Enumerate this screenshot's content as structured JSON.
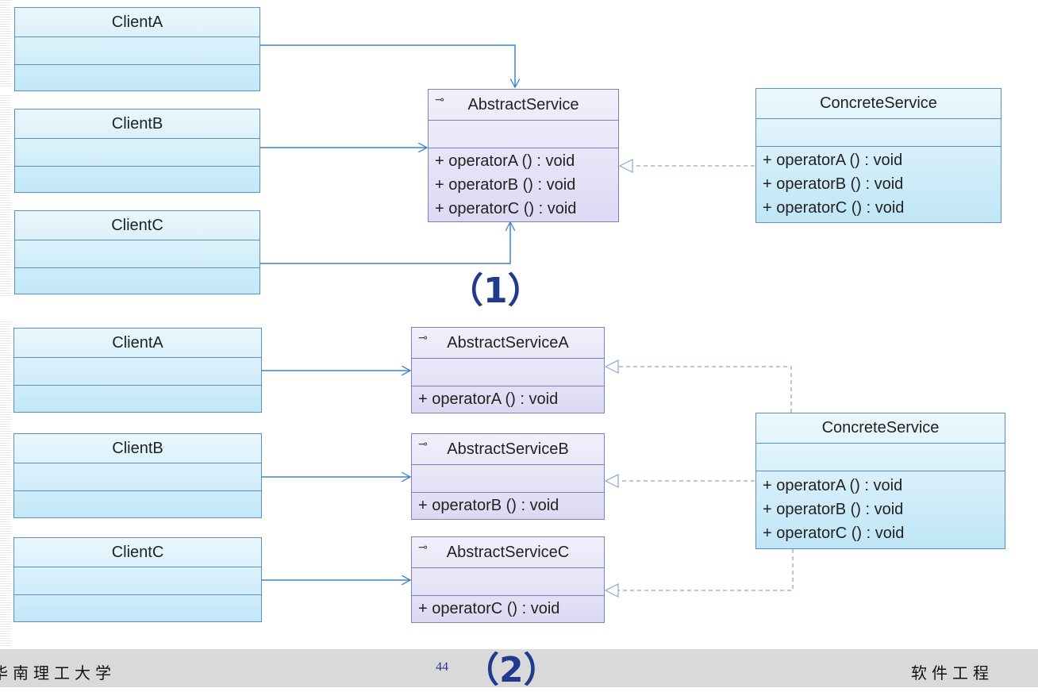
{
  "diagram1": {
    "caption": "（1）",
    "clients": [
      "ClientA",
      "ClientB",
      "ClientC"
    ],
    "abstract": {
      "name": "AbstractService",
      "ops": [
        "+ operatorA ()  : void",
        "+ operatorB ()  : void",
        "+ operatorC ()  : void"
      ]
    },
    "concrete": {
      "name": "ConcreteService",
      "ops": [
        "+ operatorA ()  : void",
        "+ operatorB ()  : void",
        "+ operatorC ()  : void"
      ]
    }
  },
  "diagram2": {
    "caption": "（2）",
    "clients": [
      "ClientA",
      "ClientB",
      "ClientC"
    ],
    "abstracts": [
      {
        "name": "AbstractServiceA",
        "op": "+ operatorA ()  : void"
      },
      {
        "name": "AbstractServiceB",
        "op": "+ operatorB ()  : void"
      },
      {
        "name": "AbstractServiceC",
        "op": "+ operatorC ()  : void"
      }
    ],
    "concrete": {
      "name": "ConcreteService",
      "ops": [
        "+ operatorA ()  : void",
        "+ operatorB ()  : void",
        "+ operatorC ()  : void"
      ]
    }
  },
  "interface_icon": "interface-lollipop-icon",
  "footer": {
    "left": "华南理工大学",
    "page": "44",
    "right": "软件工程"
  }
}
